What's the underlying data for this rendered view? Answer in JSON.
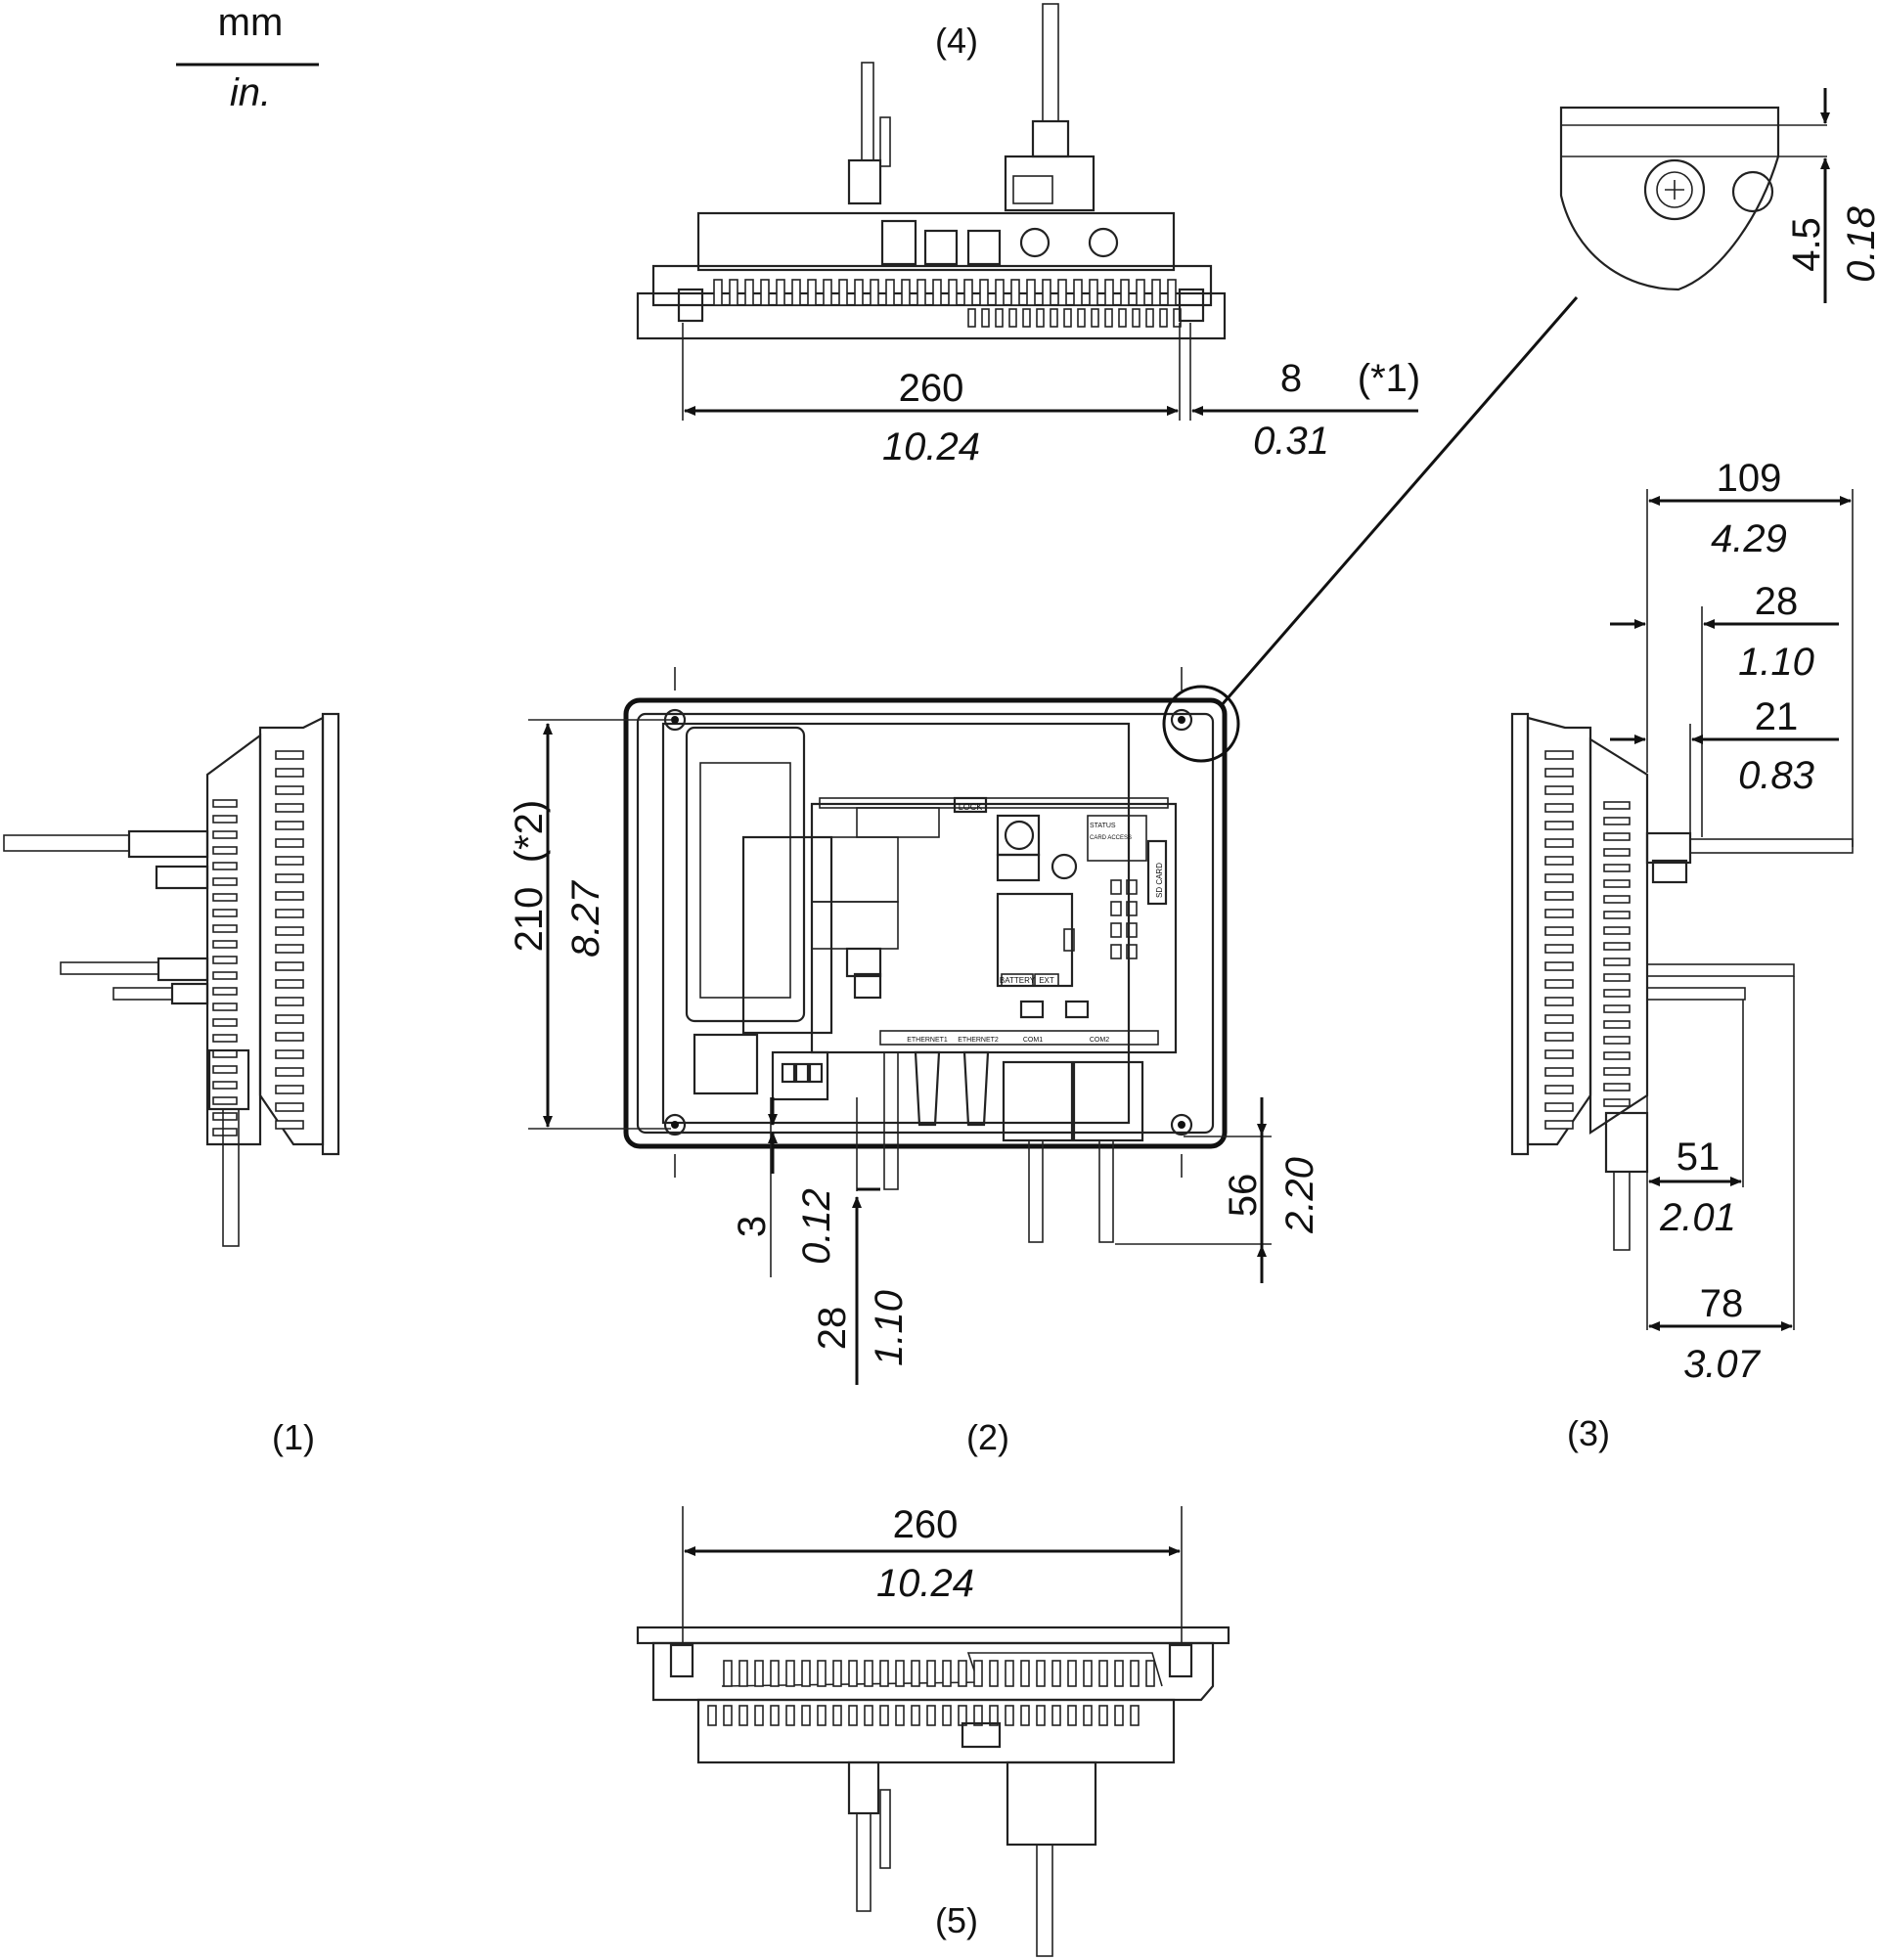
{
  "units": {
    "primary": "mm",
    "secondary": "in."
  },
  "views": {
    "v1": "(1)",
    "v2": "(2)",
    "v3": "(3)",
    "v4": "(4)",
    "v5": "(5)"
  },
  "dimensions": {
    "top_width": {
      "mm": "260",
      "in": "10.24"
    },
    "top_offset": {
      "mm": "8",
      "in": "0.31",
      "note": "(*1)"
    },
    "detail_gap": {
      "mm": "4.5",
      "in": "0.18"
    },
    "depth_total": {
      "mm": "109",
      "in": "4.29"
    },
    "depth_a": {
      "mm": "28",
      "in": "1.10"
    },
    "depth_b": {
      "mm": "21",
      "in": "0.83"
    },
    "front_height": {
      "mm": "210",
      "in": "8.27",
      "note": "(*2)"
    },
    "bottom_56": {
      "mm": "56",
      "in": "2.20"
    },
    "bottom_3": {
      "mm": "3",
      "in": "0.12"
    },
    "bottom_28": {
      "mm": "28",
      "in": "1.10"
    },
    "side_51": {
      "mm": "51",
      "in": "2.01"
    },
    "side_78": {
      "mm": "78",
      "in": "3.07"
    },
    "bottom_width": {
      "mm": "260",
      "in": "10.24"
    }
  },
  "panel_labels": {
    "lock": "LOCK",
    "battery": "BATTERY",
    "ext": "EXT",
    "ethernet1": "ETHERNET1",
    "ethernet2": "ETHERNET2",
    "com1": "COM1",
    "com2": "COM2",
    "sd_card": "SD CARD",
    "status": "STATUS",
    "card_access": "CARD ACCESS"
  }
}
